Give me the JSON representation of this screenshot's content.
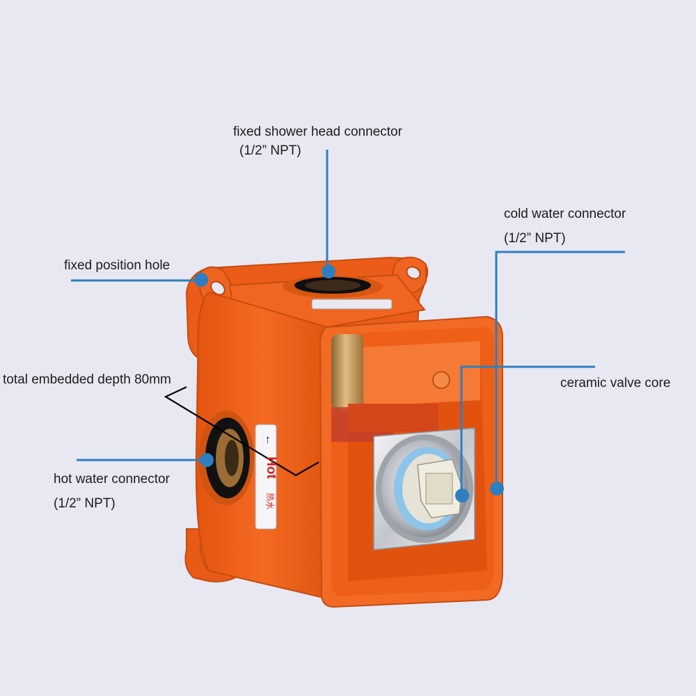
{
  "labels": {
    "shower_head_line1": "fixed shower head connector",
    "shower_head_line2": "(1/2”  NPT)",
    "cold_water_line1": "cold water connector",
    "cold_water_line2": "(1/2”  NPT)",
    "fixed_position_hole": "fixed position hole",
    "embedded_depth": "total embedded depth 80mm",
    "ceramic_valve_core": "ceramic valve core",
    "hot_water_line1": "hot water connector",
    "hot_water_line2": "(1/2”  NPT)"
  },
  "product_markings": {
    "hot_arrow": "←",
    "hot_word": "Hot",
    "hot_chinese": "热水"
  },
  "colors": {
    "background": "#e8e8f2",
    "callout": "#2d7fc0",
    "box_orange": "#f2641c",
    "box_orange_dark": "#c94c10",
    "brass": "#c9a063",
    "chrome": "#d7d9de",
    "ceramic_blue": "#8cc4ea",
    "label_text": "#1c1c1c",
    "depth_bracket": "#000000"
  }
}
